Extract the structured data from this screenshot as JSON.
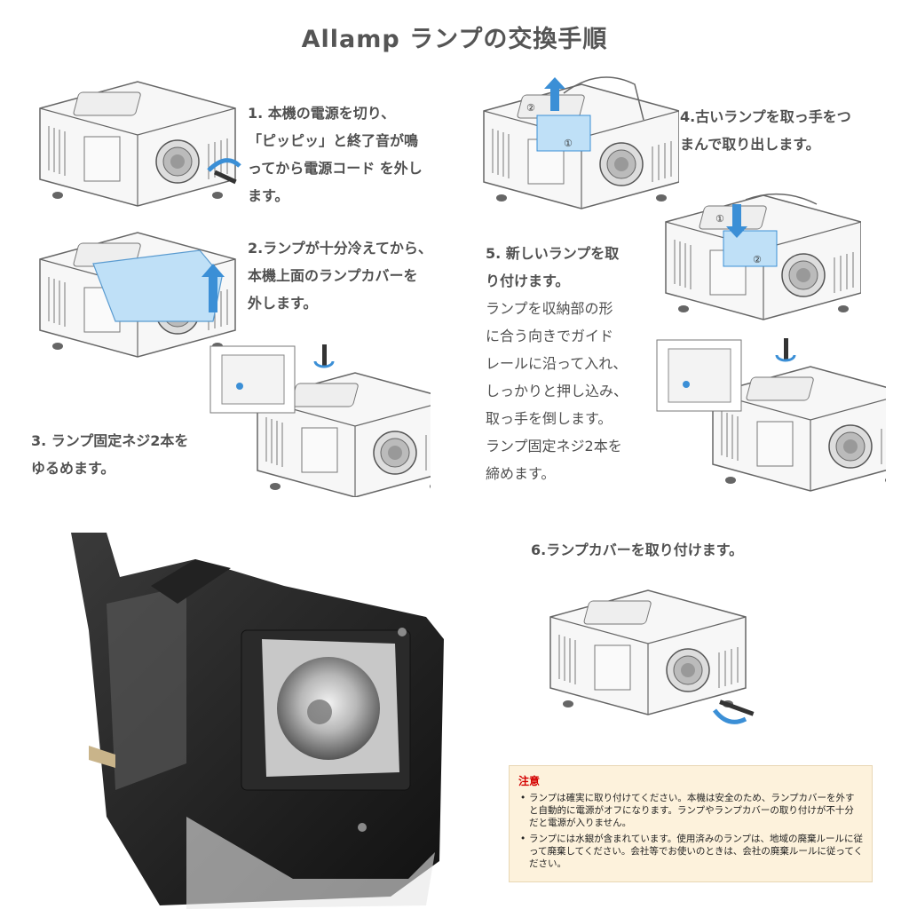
{
  "title": "Allamp ランプの交換手順",
  "steps": {
    "s1": {
      "lines": [
        "1. 本機の電源を切り、",
        "「ピッピッ」と終了音が鳴",
        "ってから電源コード を外し",
        "ます。"
      ]
    },
    "s2": {
      "lines": [
        "2.ランプが十分冷えてから、",
        "本機上面のランプカバーを",
        "外します。"
      ]
    },
    "s3": {
      "lines": [
        "3. ランプ固定ネジ2本を",
        "ゆるめます。"
      ]
    },
    "s4": {
      "lines": [
        "4.古いランプを取っ手をつ",
        "まんで取り出します。"
      ]
    },
    "s5": {
      "head": [
        "5. 新しいランプを取",
        "り付けます。"
      ],
      "body": [
        "ランプを収納部の形",
        "に合う向きでガイド",
        "レールに沿って入れ、",
        "しっかりと押し込み、",
        "取っ手を倒します。",
        "ランプ固定ネジ2本を",
        "締めます。"
      ]
    },
    "s6": {
      "lines": [
        "6.ランプカバーを取り付けます。"
      ]
    }
  },
  "callouts": {
    "one": "①",
    "two": "②"
  },
  "note": {
    "title": "注意",
    "items": [
      "ランプは確実に取り付けてください。本機は安全のため、ランプカバーを外すと自動的に電源がオフになります。ランプやランプカバーの取り付けが不十分だと電源が入りません。",
      "ランプには水銀が含まれています。使用済みのランプは、地域の廃棄ルールに従って廃棄してください。会社等でお使いのときは、会社の廃棄ルールに従ってください。"
    ]
  },
  "colors": {
    "accent_blue": "#3b8fd6",
    "cover_blue": "#bfe0f7",
    "note_bg": "#fdf2dc",
    "note_title": "#d40000"
  }
}
